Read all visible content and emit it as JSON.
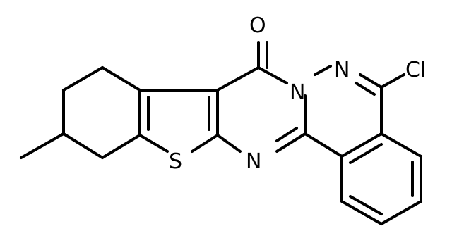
{
  "structure": {
    "atoms": {
      "oxygen": "O",
      "nitrogen_top": "N",
      "nitrogen_bridge": "N",
      "nitrogen_lower": "N",
      "chlorine": "Cl",
      "sulfur": "S"
    },
    "colors": {
      "bond": "#000000",
      "label": "#000000",
      "background": "#ffffff"
    }
  }
}
